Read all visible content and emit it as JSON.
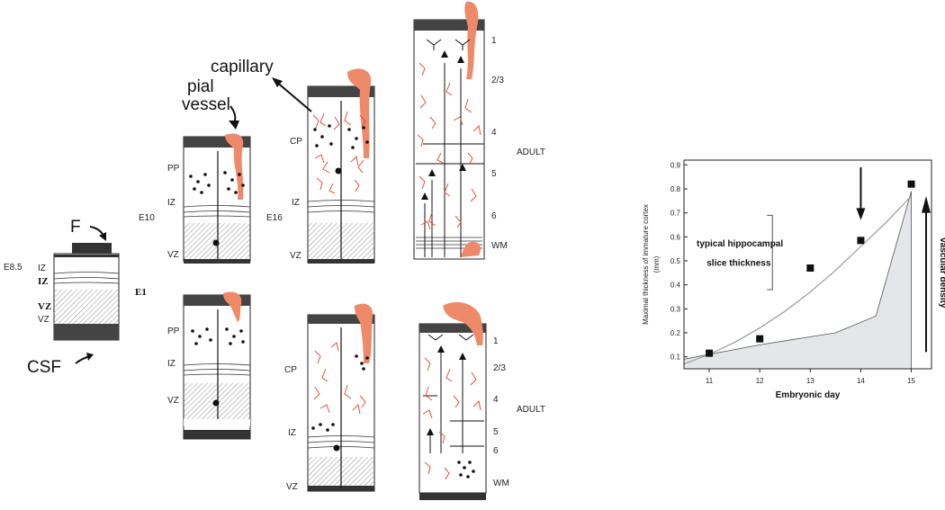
{
  "stages": {
    "e85": "E8.5",
    "e10": "E10",
    "e16": "E16",
    "adult": "ADULT",
    "e1": "E1"
  },
  "zones": {
    "pp": "PP",
    "iz": "IZ",
    "vz": "VZ",
    "cp": "CP",
    "wm": "WM"
  },
  "layers": [
    "1",
    "2/3",
    "4",
    "5",
    "6"
  ],
  "annotations": {
    "f": "F",
    "csf": "CSF",
    "pial_line1": "pial",
    "pial_line2": "vessel",
    "capillary": "capillary"
  },
  "colors": {
    "vessel": "#ee8a6a",
    "capillary": "#e0533a",
    "neuron": "#111111",
    "hatch": "#9a9a9a",
    "shade": "#e4e6ea"
  },
  "chart_data": {
    "type": "scatter",
    "xlabel": "Embryonic day",
    "ylabel": "Maximal thickness of immature cortex (mm)",
    "x_ticks": [
      "11",
      "12",
      "13",
      "14",
      "15"
    ],
    "y_ticks": [
      "0.1",
      "0.2",
      "0.3",
      "0.4",
      "0.5",
      "0.6",
      "0.7",
      "0.8",
      "0.9"
    ],
    "xlim": [
      10.5,
      15.4
    ],
    "ylim": [
      0.05,
      0.92
    ],
    "points": [
      {
        "x": 11,
        "y": 0.115
      },
      {
        "x": 12,
        "y": 0.175
      },
      {
        "x": 13,
        "y": 0.47
      },
      {
        "x": 14,
        "y": 0.585
      },
      {
        "x": 15,
        "y": 0.82
      }
    ],
    "fit_curve": [
      [
        10.5,
        0.07
      ],
      [
        11,
        0.11
      ],
      [
        11.5,
        0.16
      ],
      [
        12,
        0.22
      ],
      [
        12.5,
        0.29
      ],
      [
        13,
        0.37
      ],
      [
        13.5,
        0.46
      ],
      [
        14,
        0.56
      ],
      [
        14.5,
        0.66
      ],
      [
        15,
        0.77
      ]
    ],
    "vascular_area": [
      [
        10.5,
        0.09
      ],
      [
        12,
        0.15
      ],
      [
        13.5,
        0.2
      ],
      [
        14.3,
        0.27
      ],
      [
        15,
        0.79
      ]
    ],
    "slice_range": [
      0.38,
      0.69
    ],
    "slice_label": [
      "typical hippocampal",
      "slice thickness"
    ],
    "vascular_label": "vascular density",
    "arrow_day": 14
  }
}
